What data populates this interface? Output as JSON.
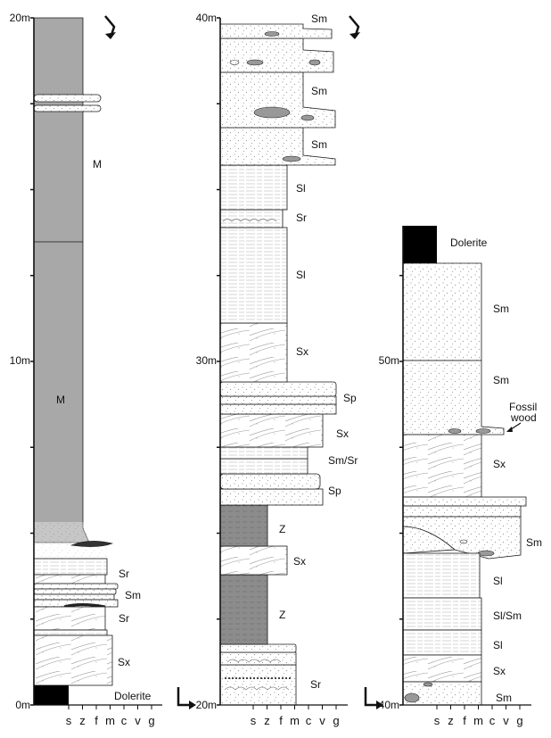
{
  "grain_axis": [
    "s",
    "z",
    "f",
    "m",
    "c",
    "v",
    "g"
  ],
  "columns": [
    {
      "id": "col1",
      "depth_labels": [
        "0m",
        "10m",
        "20m"
      ],
      "units": [
        {
          "code": "Dolerite",
          "kind": "dolerite"
        },
        {
          "code": "Sx",
          "kind": "cross"
        },
        {
          "code": "Sr",
          "kind": "ripple"
        },
        {
          "code": "Sm",
          "kind": "massive"
        },
        {
          "code": "Sr",
          "kind": "ripple"
        },
        {
          "code": "M",
          "kind": "mud"
        },
        {
          "code": "M",
          "kind": "mud"
        }
      ]
    },
    {
      "id": "col2",
      "depth_labels": [
        "20m",
        "30m",
        "40m"
      ],
      "units": [
        {
          "code": "Sr",
          "kind": "ripple"
        },
        {
          "code": "Z",
          "kind": "silt"
        },
        {
          "code": "Sx",
          "kind": "cross"
        },
        {
          "code": "Z",
          "kind": "silt"
        },
        {
          "code": "Sp",
          "kind": "planar"
        },
        {
          "code": "Sm/Sr",
          "kind": "massive"
        },
        {
          "code": "Sx",
          "kind": "cross"
        },
        {
          "code": "Sp",
          "kind": "planar"
        },
        {
          "code": "Sx",
          "kind": "cross"
        },
        {
          "code": "Sl",
          "kind": "lamination"
        },
        {
          "code": "Sr",
          "kind": "ripple"
        },
        {
          "code": "Sl",
          "kind": "lamination"
        },
        {
          "code": "Sm",
          "kind": "massive"
        },
        {
          "code": "Sm",
          "kind": "massive"
        },
        {
          "code": "Sm",
          "kind": "massive"
        }
      ]
    },
    {
      "id": "col3",
      "depth_labels": [
        "40m",
        "50m"
      ],
      "units": [
        {
          "code": "Sm",
          "kind": "massive"
        },
        {
          "code": "Sx",
          "kind": "cross"
        },
        {
          "code": "Sl",
          "kind": "lamination"
        },
        {
          "code": "Sl/Sm",
          "kind": "lamination"
        },
        {
          "code": "Sl",
          "kind": "lamination"
        },
        {
          "code": "Sm",
          "kind": "massive"
        },
        {
          "code": "Sx",
          "kind": "cross"
        },
        {
          "code": "Sm",
          "kind": "massive"
        },
        {
          "code": "Sm",
          "kind": "massive"
        },
        {
          "code": "Dolerite",
          "kind": "dolerite"
        }
      ],
      "annotation": [
        "Fossil",
        "wood"
      ]
    }
  ],
  "colors": {
    "mudstone": "#a8a8a8",
    "siltstone": "#8c8c8c",
    "dolerite": "#000000",
    "outline": "#1a1a1a"
  }
}
